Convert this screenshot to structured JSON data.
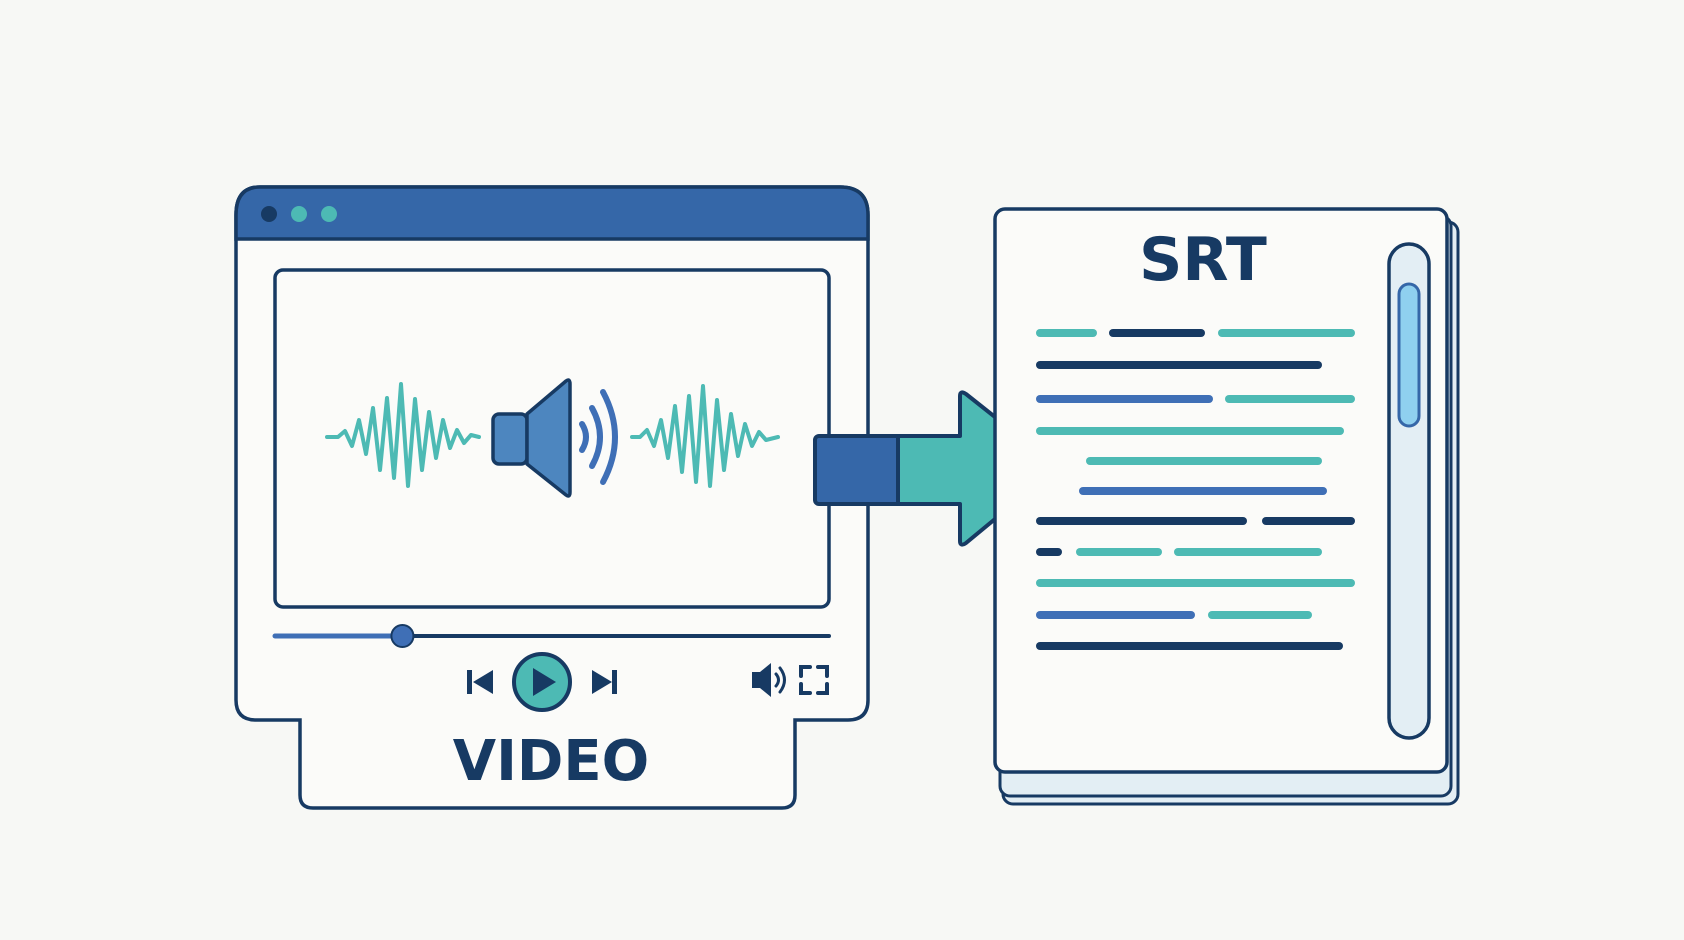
{
  "video_label": "VIDEO",
  "document_label": "SRT",
  "colors": {
    "background": "#f7f8f5",
    "navy": "#173a63",
    "title_bar_blue": "#3567a8",
    "teal": "#4dbab4",
    "mid_blue": "#3f6fb6",
    "speaker_blue": "#4d86bf",
    "light_panel": "#fbfbf9",
    "scrollbar_fill": "#e3eef4",
    "scroll_thumb": "#8fd0ef"
  },
  "icons": {
    "window_dots": "window-dots-icon",
    "speaker": "speaker-icon",
    "waveform": "sound-wave-icon",
    "prev": "skip-previous-icon",
    "play": "play-icon",
    "next": "skip-next-icon",
    "volume": "volume-icon",
    "fullscreen": "fullscreen-icon",
    "arrow": "right-arrow-icon"
  },
  "player": {
    "progress_fraction": 0.23
  }
}
